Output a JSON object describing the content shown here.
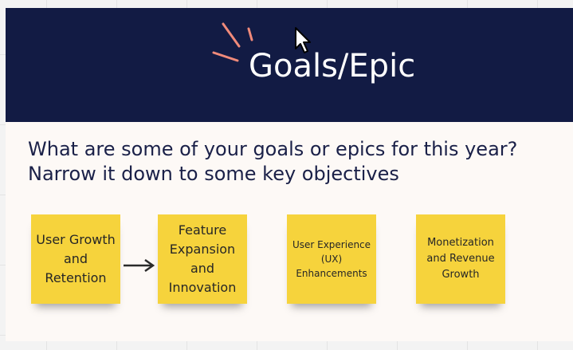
{
  "board": {
    "title": "Goals/Epic",
    "question": "What are some of your goals or epics for this year? Narrow it down to some key objectives"
  },
  "stickies": [
    {
      "text": "User Growth and Retention"
    },
    {
      "text": "Feature Expansion and Innovation"
    },
    {
      "text": "User Experience (UX) Enhancements"
    },
    {
      "text": "Monetization and Revenue Growth"
    }
  ],
  "icons": {
    "spark": "spark-lines-icon",
    "arrow": "arrow-right-icon",
    "cursor": "mouse-pointer-icon"
  },
  "colors": {
    "header_bg": "#121b44",
    "sticky_bg": "#f6d33c",
    "accent": "#f08a7a",
    "text_dark": "#1a2048"
  }
}
